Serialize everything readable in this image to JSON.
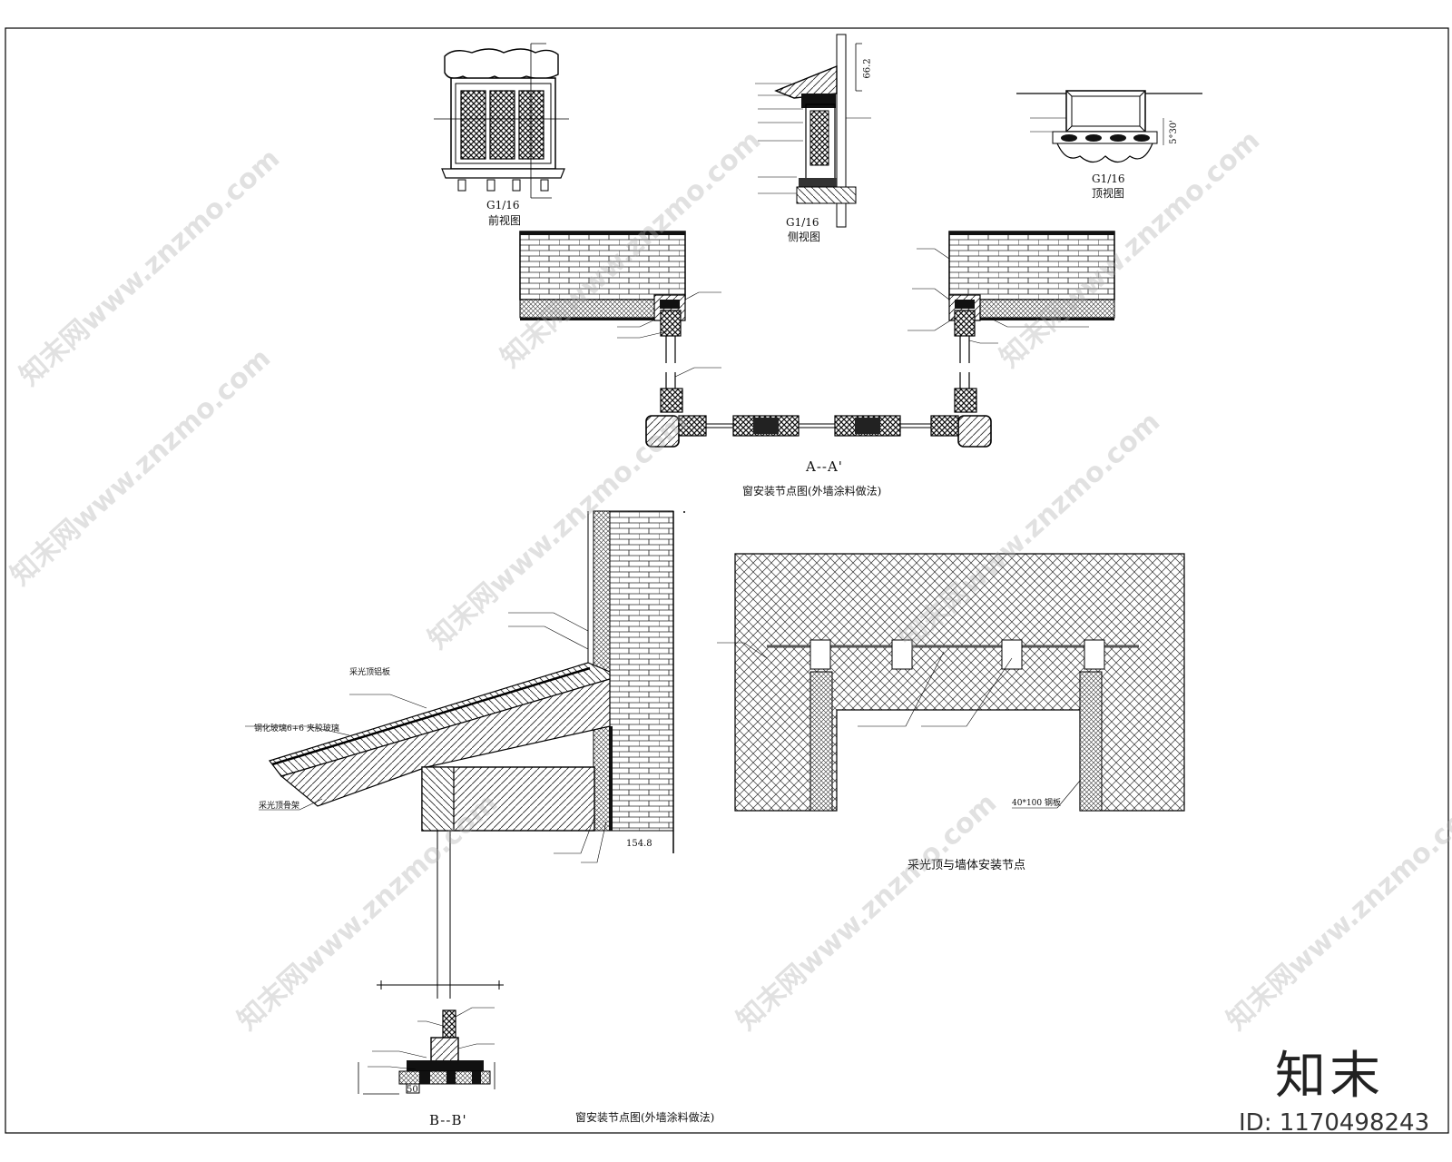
{
  "views": {
    "front_scale": "G1/16",
    "front_name": "前视图",
    "side_scale": "G1/16",
    "side_name": "侧视图",
    "side_dim": "66.2",
    "top_scale": "G1/16",
    "top_name": "顶视图",
    "top_dim": "5°30'"
  },
  "section_a": {
    "title": "A--A'",
    "caption": "窗安装节点图(外墙涂料做法)"
  },
  "section_b": {
    "title": "B--B'",
    "caption": "窗安装节点图(外墙涂料做法)",
    "dim": "154.8",
    "dim_small": "50",
    "label_1": "采光顶铝板",
    "label_2": "钢化玻璃6+6 夹胶玻璃",
    "label_3": "采光顶骨架"
  },
  "skylight": {
    "caption": "采光顶与墙体安装节点",
    "label_1": "40*100 钢板"
  },
  "watermark": {
    "text": "知末网www.znzmo.com",
    "brand": "知末",
    "id_text": "ID: 1170498243"
  }
}
